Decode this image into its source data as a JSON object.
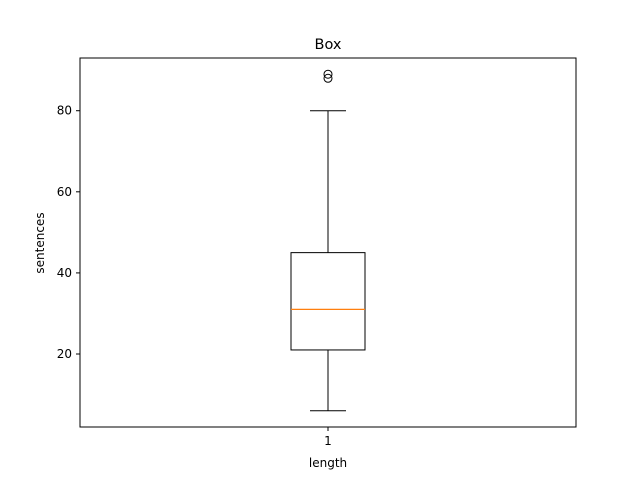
{
  "chart_data": {
    "type": "box",
    "title": "Box",
    "xlabel": "length",
    "ylabel": "sentences",
    "x_tick_labels": [
      "1"
    ],
    "y_ticks": [
      20,
      40,
      60,
      80
    ],
    "ylim": [
      2,
      93
    ],
    "series": [
      {
        "category": "1",
        "whisker_low": 6,
        "q1": 21,
        "median": 31,
        "q3": 45,
        "whisker_high": 80,
        "outliers": [
          88,
          89
        ]
      }
    ],
    "colors": {
      "box": "#000000",
      "median": "#ff7f0e",
      "outlier": "#000000"
    },
    "grid": false,
    "legend": "none"
  }
}
